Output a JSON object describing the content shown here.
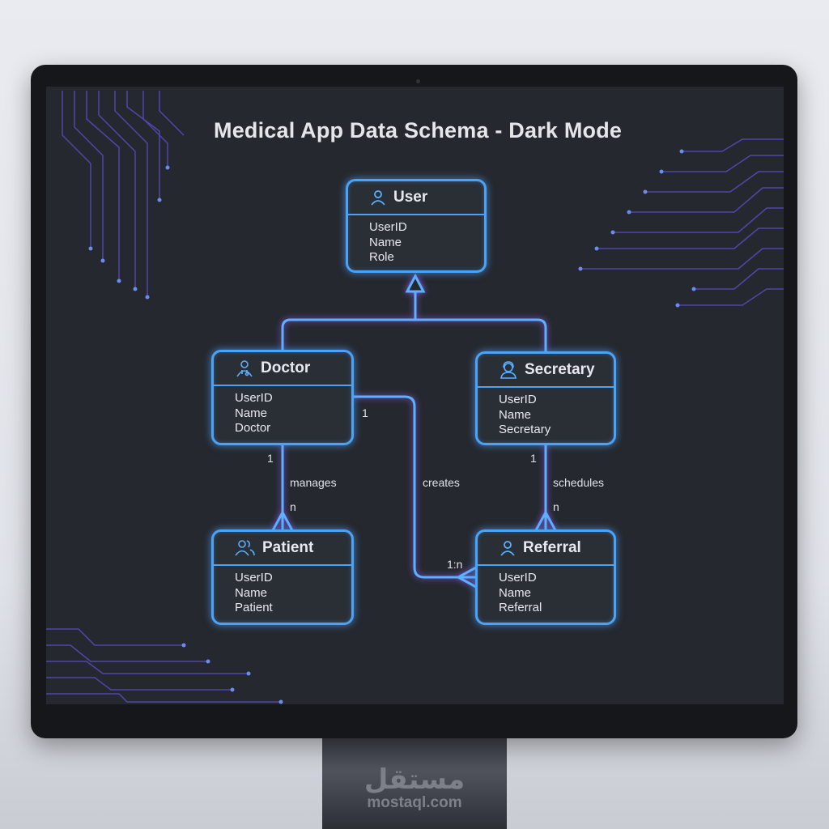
{
  "title": "Medical App Data Schema - Dark Mode",
  "entities": {
    "user": {
      "name": "User",
      "icon": "user-icon",
      "fields": [
        "UserID",
        "Name",
        "Role"
      ]
    },
    "doctor": {
      "name": "Doctor",
      "icon": "doctor-icon",
      "fields": [
        "UserID",
        "Name",
        "Doctor"
      ]
    },
    "secretary": {
      "name": "Secretary",
      "icon": "secretary-icon",
      "fields": [
        "UserID",
        "Name",
        "Secretary"
      ]
    },
    "patient": {
      "name": "Patient",
      "icon": "patients-icon",
      "fields": [
        "UserID",
        "Name",
        "Patient"
      ]
    },
    "referral": {
      "name": "Referral",
      "icon": "user-icon",
      "fields": [
        "UserID",
        "Name",
        "Referral"
      ]
    }
  },
  "relations": {
    "manages": {
      "label": "manages",
      "from_card": "1",
      "to_card": "n"
    },
    "creates": {
      "label": "creates",
      "from_card": "1",
      "to_card": "1:n"
    },
    "schedules": {
      "label": "schedules",
      "from_card": "1",
      "to_card": "n"
    }
  },
  "watermark": {
    "arabic": "مستقل",
    "latin": "mostaql.com"
  },
  "colors": {
    "accent": "#4aa3f5",
    "glow": "#8a5cf0",
    "background": "#25282e"
  }
}
